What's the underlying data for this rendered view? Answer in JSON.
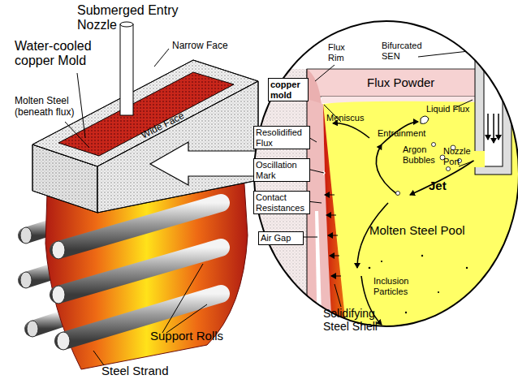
{
  "diagram": {
    "labels": [
      "Submerged Entry Nozzle",
      "Narrow Face",
      "Water-cooled copper Mold",
      "Molten Steel (beneath flux)",
      "Wide Face",
      "Support Rolls",
      "Steel Strand",
      "Flux Rim",
      "Bifurcated SEN",
      "copper mold",
      "Flux Powder",
      "Liquid Flux",
      "Meniscus",
      "Entrainment",
      "Resolidified Flux",
      "Argon Bubbles",
      "Nozzle Port",
      "Oscillation Mark",
      "Jet",
      "Contact Resistances",
      "Molten Steel Pool",
      "Air Gap",
      "Inclusion Particles",
      "Solidifying Steel Shell"
    ]
  }
}
